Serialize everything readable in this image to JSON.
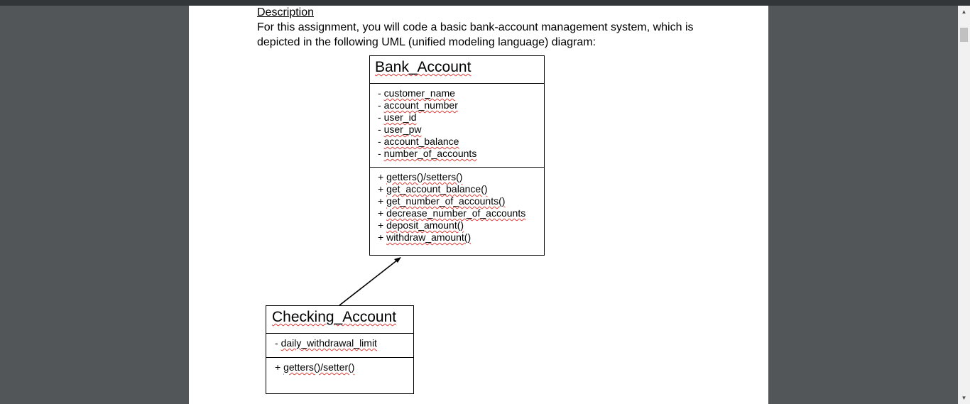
{
  "document": {
    "heading": "Description",
    "paragraph": "For this assignment, you will code a basic bank-account management system, which is depicted in the following UML (unified modeling language) diagram:"
  },
  "uml": {
    "bank_account": {
      "title": "Bank_Account",
      "attributes": [
        {
          "prefix": "-",
          "name": "customer_name"
        },
        {
          "prefix": "-",
          "name": "account_number"
        },
        {
          "prefix": "-",
          "name": "user_id"
        },
        {
          "prefix": "-",
          "name": "user_pw"
        },
        {
          "prefix": "-",
          "name": "account_balance"
        },
        {
          "prefix": "-",
          "name": "number_of_accounts"
        }
      ],
      "methods": [
        {
          "prefix": "+",
          "name": "getters()/setters()"
        },
        {
          "prefix": "+",
          "name": "get_account_balance()"
        },
        {
          "prefix": "+",
          "name": "get_number_of_accounts()"
        },
        {
          "prefix": "+",
          "name": "decrease_number_of_accounts"
        },
        {
          "prefix": "+",
          "name": "deposit_amount()"
        },
        {
          "prefix": "+",
          "name": "withdraw_amount()"
        }
      ]
    },
    "checking_account": {
      "title": "Checking_Account",
      "attributes": [
        {
          "prefix": "-",
          "name": "daily_withdrawal_limit"
        }
      ],
      "methods": [
        {
          "prefix": "+",
          "name": "getters()/setter()"
        }
      ]
    }
  },
  "icons": {
    "scroll_up": "triangle-up",
    "scroll_down": "triangle-down"
  }
}
